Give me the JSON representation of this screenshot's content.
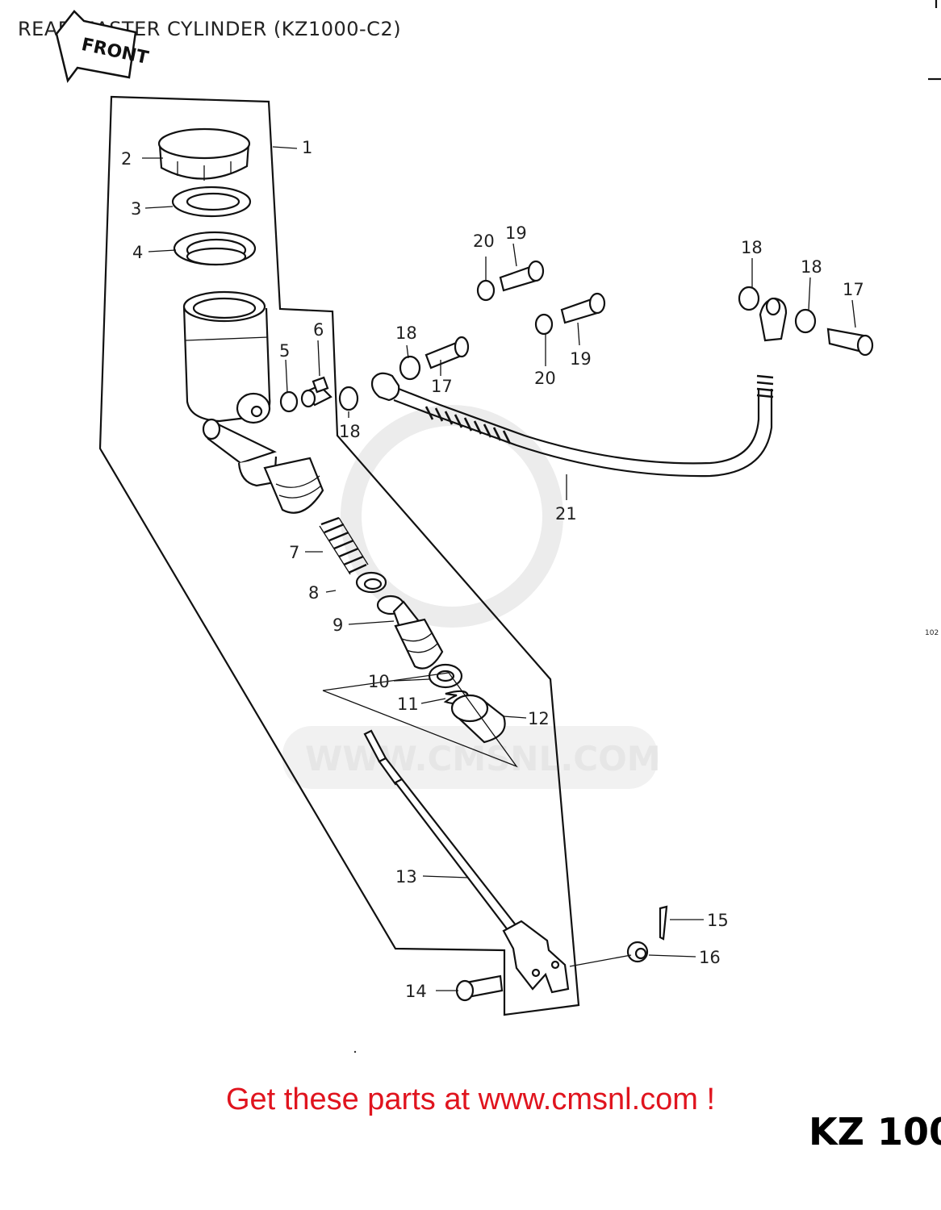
{
  "header": {
    "title": "REAR MASTER CYLINDER (KZ1000-C2)"
  },
  "front_arrow": {
    "label": "FRONT"
  },
  "watermark": {
    "text": "WWW.CMSNL.COM"
  },
  "side_code": "102",
  "model_stamp": "KZ 100",
  "footer": {
    "cta": "Get these parts at www.cmsnl.com !"
  },
  "callouts": {
    "c1": "1",
    "c2": "2",
    "c3": "3",
    "c4": "4",
    "c5": "5",
    "c6": "6",
    "c7": "7",
    "c8": "8",
    "c9": "9",
    "c10": "10",
    "c11": "11",
    "c12": "12",
    "c13": "13",
    "c14": "14",
    "c15": "15",
    "c16": "16",
    "c17a": "17",
    "c17b": "17",
    "c18a": "18",
    "c18b": "18",
    "c18c": "18",
    "c18d": "18",
    "c19a": "19",
    "c19b": "19",
    "c20a": "20",
    "c20b": "20",
    "c21": "21"
  }
}
